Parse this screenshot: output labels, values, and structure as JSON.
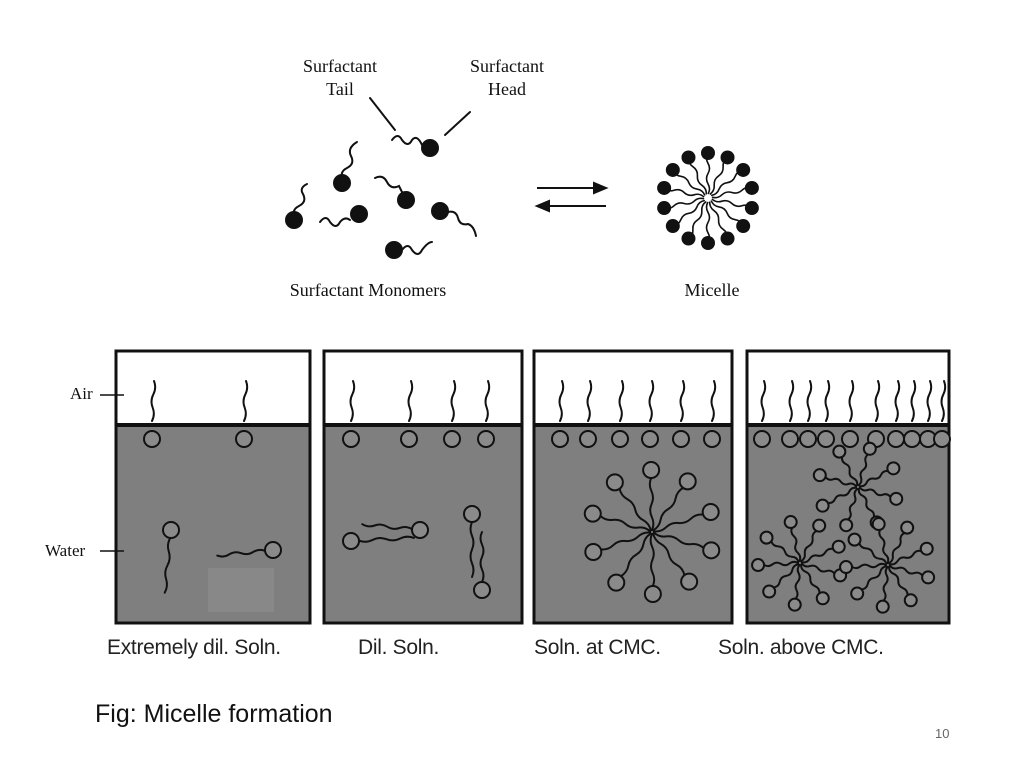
{
  "top_diagram": {
    "tail_label": "Surfactant\nTail",
    "head_label": "Surfactant\nHead",
    "monomers_label": "Surfactant Monomers",
    "micelle_label": "Micelle"
  },
  "panels": {
    "air_label": "Air",
    "water_label": "Water",
    "captions": [
      "Extremely dil. Soln.",
      "Dil. Soln.",
      "Soln. at CMC.",
      "Soln. above CMC."
    ]
  },
  "figure_caption": "Fig: Micelle formation",
  "page_number": "10",
  "colors": {
    "water": "#7f7f7f",
    "air": "#ffffff",
    "ink": "#111111"
  }
}
